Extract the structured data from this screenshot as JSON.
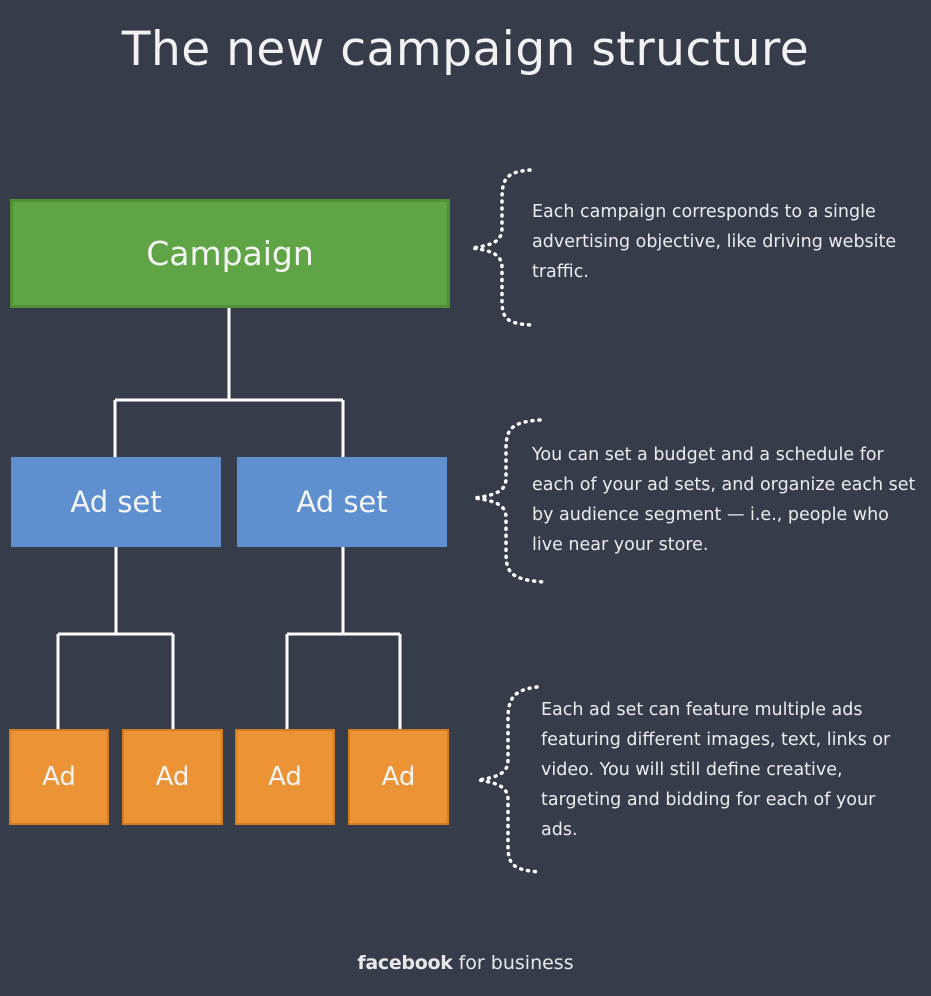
{
  "title": "The new campaign structure",
  "nodes": {
    "campaign": "Campaign",
    "ad_sets": [
      "Ad set",
      "Ad set"
    ],
    "ads": [
      "Ad",
      "Ad",
      "Ad",
      "Ad"
    ]
  },
  "descriptions": [
    "Each campaign corresponds to a single advertising objective, like driving website traffic.",
    "You can set a budget and a schedule for each of your ad sets, and organize each set by audience segment — i.e., people who live near your store.",
    "Each ad set can feature multiple ads featuring different images, text, links or video. You will still define creative, targeting and bidding for each of your ads."
  ],
  "footer": {
    "brand": "facebook",
    "suffix": " for business"
  },
  "colors": {
    "background": "#373c4b",
    "campaign": "#5fa545",
    "ad_set": "#5e8fcf",
    "ad": "#ec9335",
    "connector": "#ffffff"
  }
}
